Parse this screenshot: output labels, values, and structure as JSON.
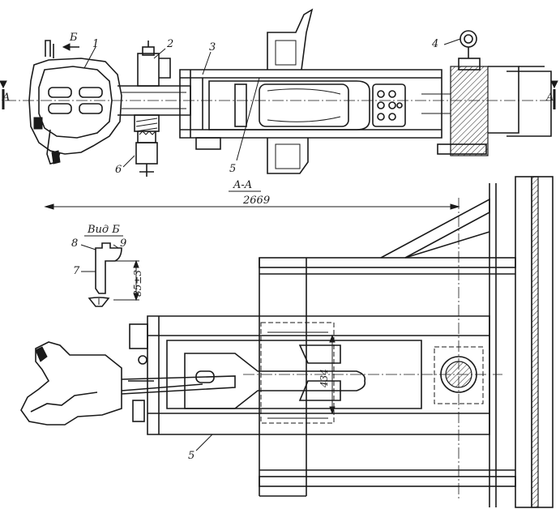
{
  "labels": {
    "part1": "1",
    "part2": "2",
    "part3": "3",
    "part4": "4",
    "part5_top": "5",
    "part6": "6",
    "part7": "7",
    "part8": "8",
    "part9": "9",
    "part5_bottom": "5",
    "view_b_arrow": "Б",
    "section_left": "A",
    "section_right": "A",
    "section_title": "A-A",
    "view_b_title": "Вид Б",
    "dim_length": "2669",
    "dim_height": "85±3",
    "dim_width": "434"
  },
  "colors": {
    "ink": "#1a1a1a",
    "paper": "#ffffff"
  }
}
